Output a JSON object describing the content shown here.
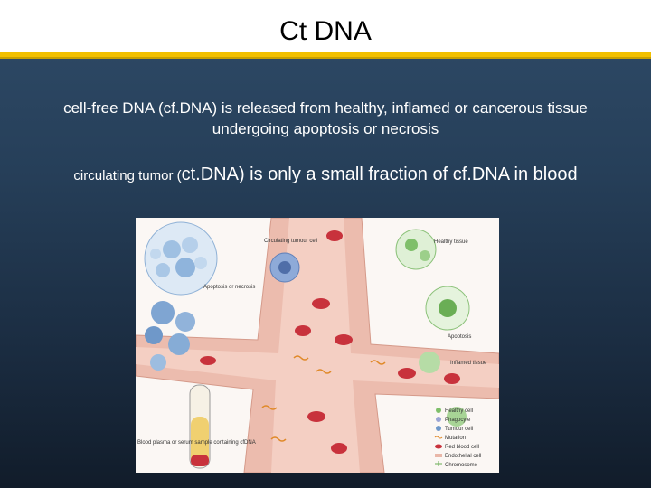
{
  "slide": {
    "title": "Ct DNA",
    "paragraph1": "cell-free DNA (cf.DNA) is released from healthy, inflamed or cancerous tissue undergoing apoptosis or necrosis",
    "paragraph2_prefix": "circulating tumor (",
    "paragraph2_main": "ct.DNA) is only a small fraction of cf.DNA in blood"
  },
  "figure": {
    "labels": {
      "circulating_tumour_cell": "Circulating tumour cell",
      "apoptosis_or_necrosis": "Apoptosis or necrosis",
      "healthy_tissue": "Healthy tissue",
      "apoptosis": "Apoptosis",
      "inflamed_tissue": "Inflamed tissue",
      "blood_sample": "Blood plasma or serum sample containing cfDNA"
    },
    "legend": [
      "Healthy cell",
      "Phagocyte",
      "Tumour cell",
      "Mutation",
      "Red blood cell",
      "Endothelial cell",
      "Chromosome"
    ],
    "colors": {
      "vessel": "#e9b7a8",
      "blood_cell": "#c8323c",
      "healthy_cell": "#7fbf6a",
      "tumour_cell": "#6f98c9",
      "phagocyte": "#9aa4d4"
    }
  }
}
